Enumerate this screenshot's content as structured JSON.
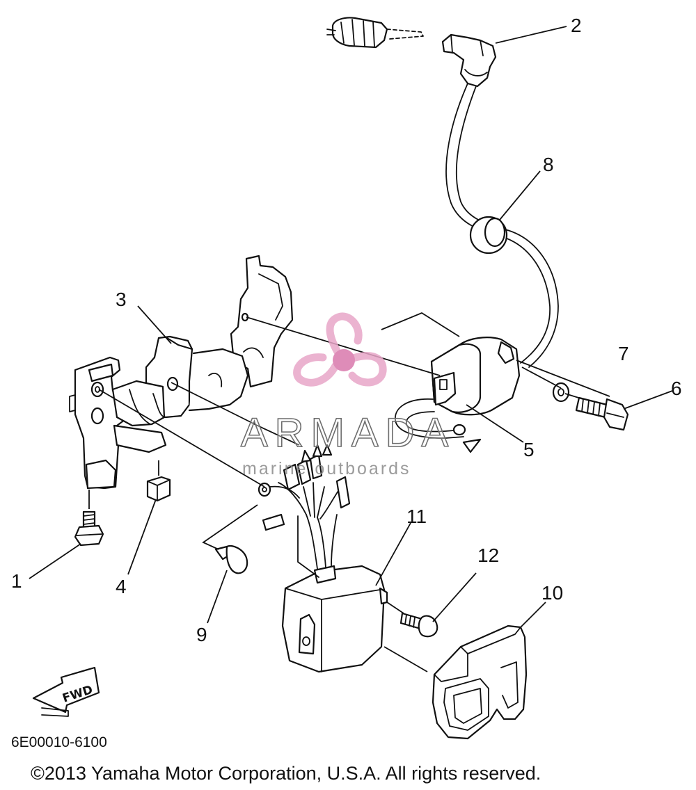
{
  "diagram": {
    "callouts": [
      "1",
      "2",
      "3",
      "4",
      "5",
      "6",
      "7",
      "8",
      "9",
      "10",
      "11",
      "12"
    ],
    "direction_label": "FWD",
    "diagram_code": "6E00010-6100",
    "copyright": "©2013 Yamaha Motor Corporation, U.S.A. All rights reserved."
  },
  "watermark": {
    "title": "ARMADA",
    "subtitle": "marine outboards",
    "colors": {
      "logo": "#e8a6c8",
      "text": "#6d6d6d"
    }
  }
}
